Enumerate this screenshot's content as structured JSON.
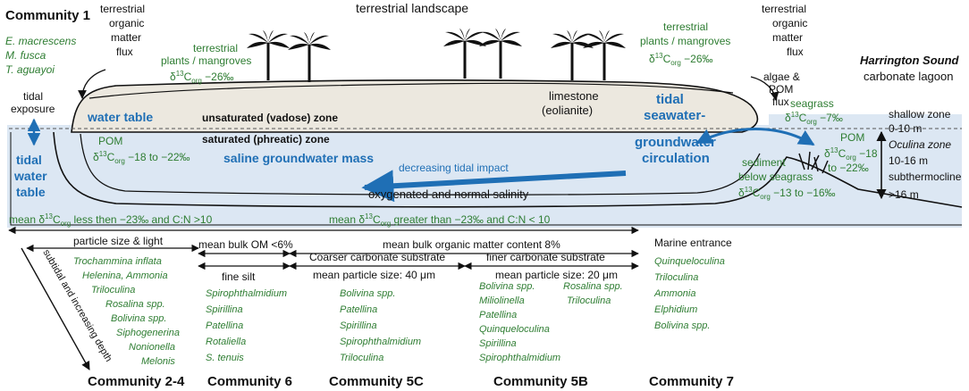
{
  "colors": {
    "water": "#dce7f3",
    "rock": "#ece8df",
    "blue": "#1f6fb5",
    "green": "#2e7d32",
    "black": "#111111"
  },
  "top": {
    "community1": "Community 1",
    "c1_species": [
      "E. macrescens",
      "M. fusca",
      "T. aguayoi"
    ],
    "terr_flux_left": [
      "terrestrial",
      "organic",
      "matter",
      "flux"
    ],
    "landscape": "terrestrial landscape",
    "plants_left": [
      "terrestrial",
      "plants / mangroves"
    ],
    "d13_left_pre": "δ",
    "d13_sup": "13",
    "d13_c": "C",
    "d13_sub": "org",
    "d13_left_val": " −26‰",
    "plants_right": [
      "terrestrial",
      "plants / mangroves"
    ],
    "d13_right_val": " −26‰",
    "terr_flux_right": [
      "terrestrial",
      "organic",
      "matter",
      "flux"
    ],
    "harrington": "Harrington Sound",
    "lagoon": "carbonate lagoon",
    "algae": [
      "algae &",
      "POM",
      "flux"
    ],
    "limestone": [
      "limestone",
      "(eolianite)"
    ]
  },
  "section": {
    "tidal_exposure": [
      "tidal",
      "exposure"
    ],
    "water_table": "water table",
    "unsaturated": "unsaturated (vadose) zone",
    "saturated": "saturated (phreatic) zone",
    "tidal_wt": [
      "tidal",
      "water",
      "table"
    ],
    "pom_left": "POM",
    "pom_left_val": " −18 to −22‰",
    "saline": "saline groundwater mass",
    "decreasing": "decreasing tidal impact",
    "tidal_circ": [
      "tidal",
      "seawater-",
      "groundwater",
      "circulation"
    ],
    "oxygenated": "oxygenated and normal salinity",
    "seagrass": "seagrass",
    "seagrass_val": " −7‰",
    "pom_right": "POM",
    "pom_right_val1": " −18",
    "pom_right_val2": "to −22‰",
    "sediment": [
      "sediment",
      "below seagrass"
    ],
    "sediment_val": " −13 to −16‰",
    "zones": [
      "shallow zone",
      "0-10 m",
      "Oculina zone",
      "10-16 m",
      "subthermocline",
      ">16 m"
    ]
  },
  "bottom": {
    "mean_left_a": "mean δ",
    "mean_left_b": " less then −23‰ and C:N >10",
    "mean_mid_a": "mean δ",
    "mean_mid_b": " greater than −23‰ and C:N < 10",
    "marine": "Marine entrance",
    "particle": "particle size & light",
    "bulk6": "mean bulk OM <6%",
    "bulk8": "mean bulk organic matter content 8%",
    "fine_silt": "fine silt",
    "coarser": "Coarser carbonate substrate",
    "finer": "finer carbonate substrate",
    "ps40": "mean particle size: 40 μm",
    "ps20": "mean particle size: 20 μm",
    "subtidal": "subtidal and increasing depth",
    "c24_species": [
      "Trochammina inflata",
      "Helenina, Ammonia",
      "Triloculina",
      "Rosalina spp.",
      "Bolivina spp.",
      "Siphogenerina",
      "Nonionella",
      "Melonis"
    ],
    "c6_species": [
      "Spirophthalmidium",
      "Spirillina",
      "Patellina",
      "Rotaliella",
      "S. tenuis"
    ],
    "c5c_species": [
      "Bolivina spp.",
      "Patellina",
      "Spirillina",
      "Spirophthalmidium",
      "Triloculina"
    ],
    "c5b_species": [
      "Bolivina spp.",
      "Miliolinella",
      "Patellina",
      "Quinqueloculina",
      "Spirillina",
      "Spirophthalmidium"
    ],
    "c5b_species2": [
      "Rosalina spp.",
      "Triloculina"
    ],
    "c7_species": [
      "Quinqueloculina",
      "Triloculina",
      "Ammonia",
      "Elphidium",
      "Bolivina spp."
    ],
    "communities": [
      "Community 2-4",
      "Community 6",
      "Community 5C",
      "Community 5B",
      "Community 7"
    ]
  }
}
